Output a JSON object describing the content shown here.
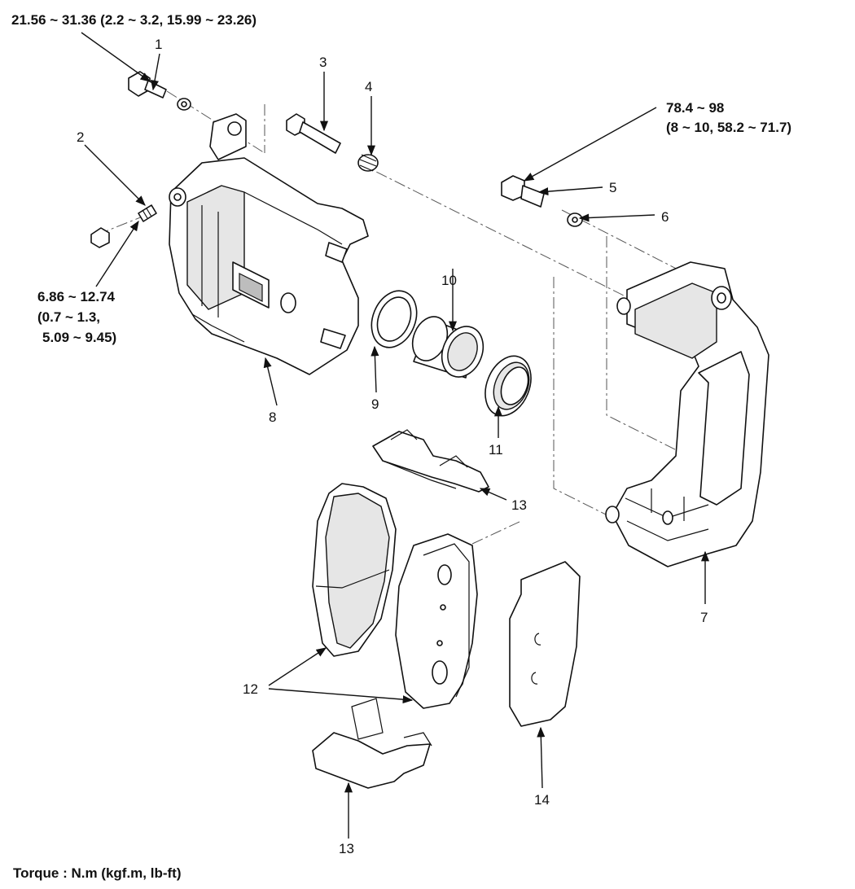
{
  "torque_specs": {
    "bolt1": "21.56 ~ 31.36 (2.2 ~ 3.2, 15.99 ~ 23.26)",
    "bolt5_line1": "78.4 ~ 98",
    "bolt5_line2": "(8 ~ 10, 58.2 ~ 71.7)",
    "bleeder_line1": "6.86 ~ 12.74",
    "bleeder_line2": "(0.7 ~ 1.3,",
    "bleeder_line3": "5.09 ~ 9.45)"
  },
  "callouts": {
    "c1": "1",
    "c2": "2",
    "c3": "3",
    "c4": "4",
    "c5": "5",
    "c6": "6",
    "c7": "7",
    "c8": "8",
    "c9": "9",
    "c10": "10",
    "c11": "11",
    "c12": "12",
    "c13a": "13",
    "c13b": "13",
    "c14": "14"
  },
  "footer": {
    "torque_units": "Torque : N.m (kgf.m, lb-ft)"
  }
}
